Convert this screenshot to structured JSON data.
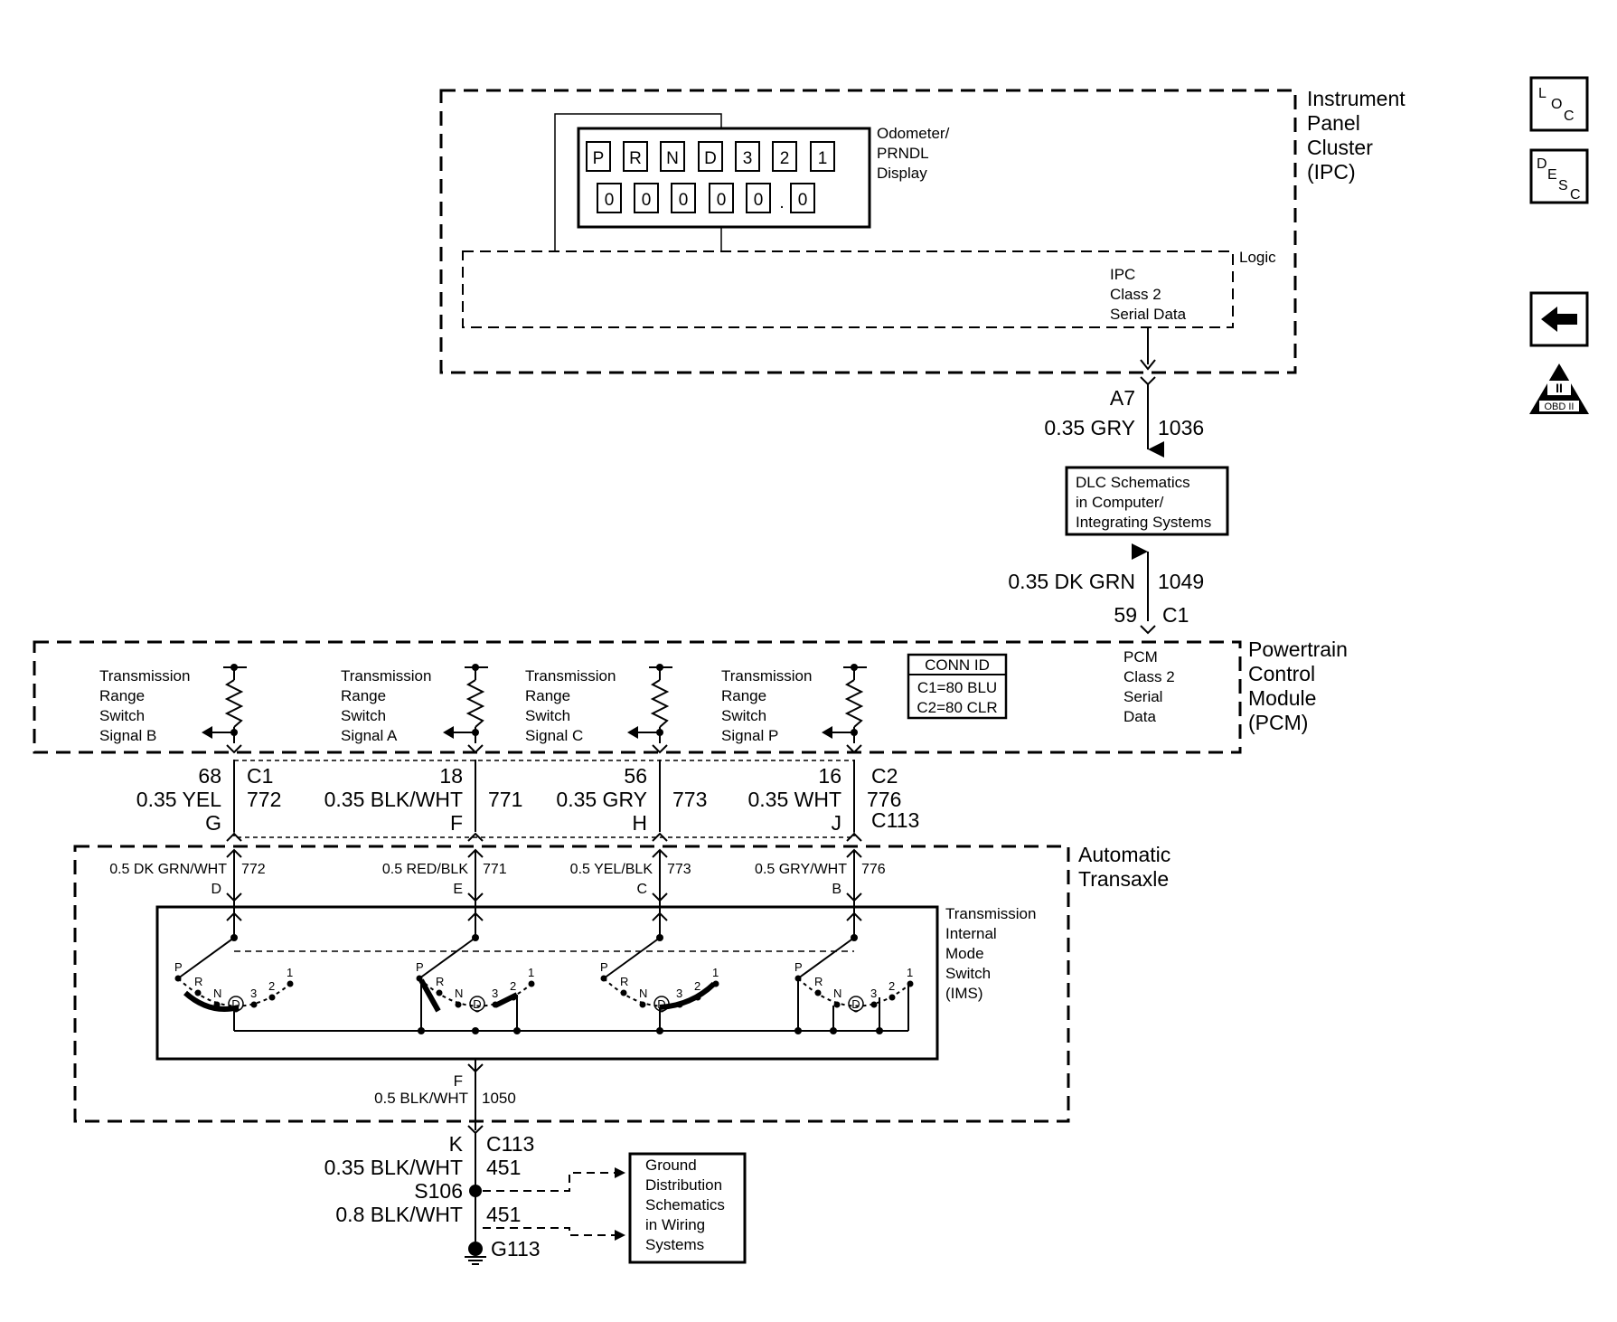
{
  "ipc": {
    "label": [
      "Instrument",
      "Panel",
      "Cluster",
      "(IPC)"
    ],
    "display_label": [
      "Odometer/",
      "PRNDL",
      "Display"
    ],
    "prndl": [
      "P",
      "R",
      "N",
      "D",
      "3",
      "2",
      "1"
    ],
    "odometer": [
      "0",
      "0",
      "0",
      "0",
      "0",
      ".",
      "0"
    ],
    "logic_label": "Logic",
    "serial_label": [
      "IPC",
      "Class 2",
      "Serial Data"
    ]
  },
  "side_icons": [
    "L",
    "O",
    "C",
    "D",
    "E",
    "S",
    "C",
    "II",
    "OBD II"
  ],
  "ipc_wire": {
    "pin": "A7",
    "wire": "0.35 GRY",
    "circuit": "1036"
  },
  "dlc_box": [
    "DLC Schematics",
    "in Computer/",
    "Integrating Systems"
  ],
  "pcm_wire": {
    "wire": "0.35 DK GRN",
    "circuit": "1049",
    "pin": "59",
    "conn": "C1"
  },
  "pcm": {
    "label": [
      "Powertrain",
      "Control",
      "Module",
      "(PCM)"
    ],
    "conn_id": [
      "CONN ID",
      "C1=80 BLU",
      "C2=80 CLR"
    ],
    "serial_label": [
      "PCM",
      "Class 2",
      "Serial",
      "Data"
    ],
    "signals": [
      {
        "name": [
          "Transmission",
          "Range",
          "Switch",
          "Signal B"
        ]
      },
      {
        "name": [
          "Transmission",
          "Range",
          "Switch",
          "Signal A"
        ]
      },
      {
        "name": [
          "Transmission",
          "Range",
          "Switch",
          "Signal C"
        ]
      },
      {
        "name": [
          "Transmission",
          "Range",
          "Switch",
          "Signal P"
        ]
      }
    ]
  },
  "pcm_wires": [
    {
      "pin": "68",
      "conn": "C1",
      "wire": "0.35 YEL",
      "circuit": "772",
      "c113_pin": "G"
    },
    {
      "pin": "18",
      "conn": "",
      "wire": "0.35 BLK/WHT",
      "circuit": "771",
      "c113_pin": "F"
    },
    {
      "pin": "56",
      "conn": "",
      "wire": "0.35 GRY",
      "circuit": "773",
      "c113_pin": "H"
    },
    {
      "pin": "16",
      "conn": "C2",
      "wire": "0.35 WHT",
      "circuit": "776",
      "c113_pin": "J"
    }
  ],
  "c113_label": "C113",
  "transaxle": {
    "label": [
      "Automatic",
      "Transaxle"
    ],
    "ims_label": [
      "Transmission",
      "Internal",
      "Mode",
      "Switch",
      "(IMS)"
    ],
    "wires": [
      {
        "wire": "0.5 DK GRN/WHT",
        "circuit": "772",
        "pin": "D"
      },
      {
        "wire": "0.5 RED/BLK",
        "circuit": "771",
        "pin": "E"
      },
      {
        "wire": "0.5 YEL/BLK",
        "circuit": "773",
        "pin": "C"
      },
      {
        "wire": "0.5 GRY/WHT",
        "circuit": "776",
        "pin": "B"
      }
    ],
    "gears": [
      "P",
      "R",
      "N",
      "D",
      "3",
      "2",
      "1"
    ],
    "ground_wire": {
      "pin": "F",
      "wire": "0.5 BLK/WHT",
      "circuit": "1050"
    }
  },
  "ground": {
    "c113_pin": "K",
    "c113": "C113",
    "wire1": "0.35 BLK/WHT",
    "circuit1": "451",
    "splice": "S106",
    "wire2": "0.8 BLK/WHT",
    "circuit2": "451",
    "ground": "G113",
    "box": [
      "Ground",
      "Distribution",
      "Schematics",
      "in Wiring",
      "Systems"
    ]
  }
}
